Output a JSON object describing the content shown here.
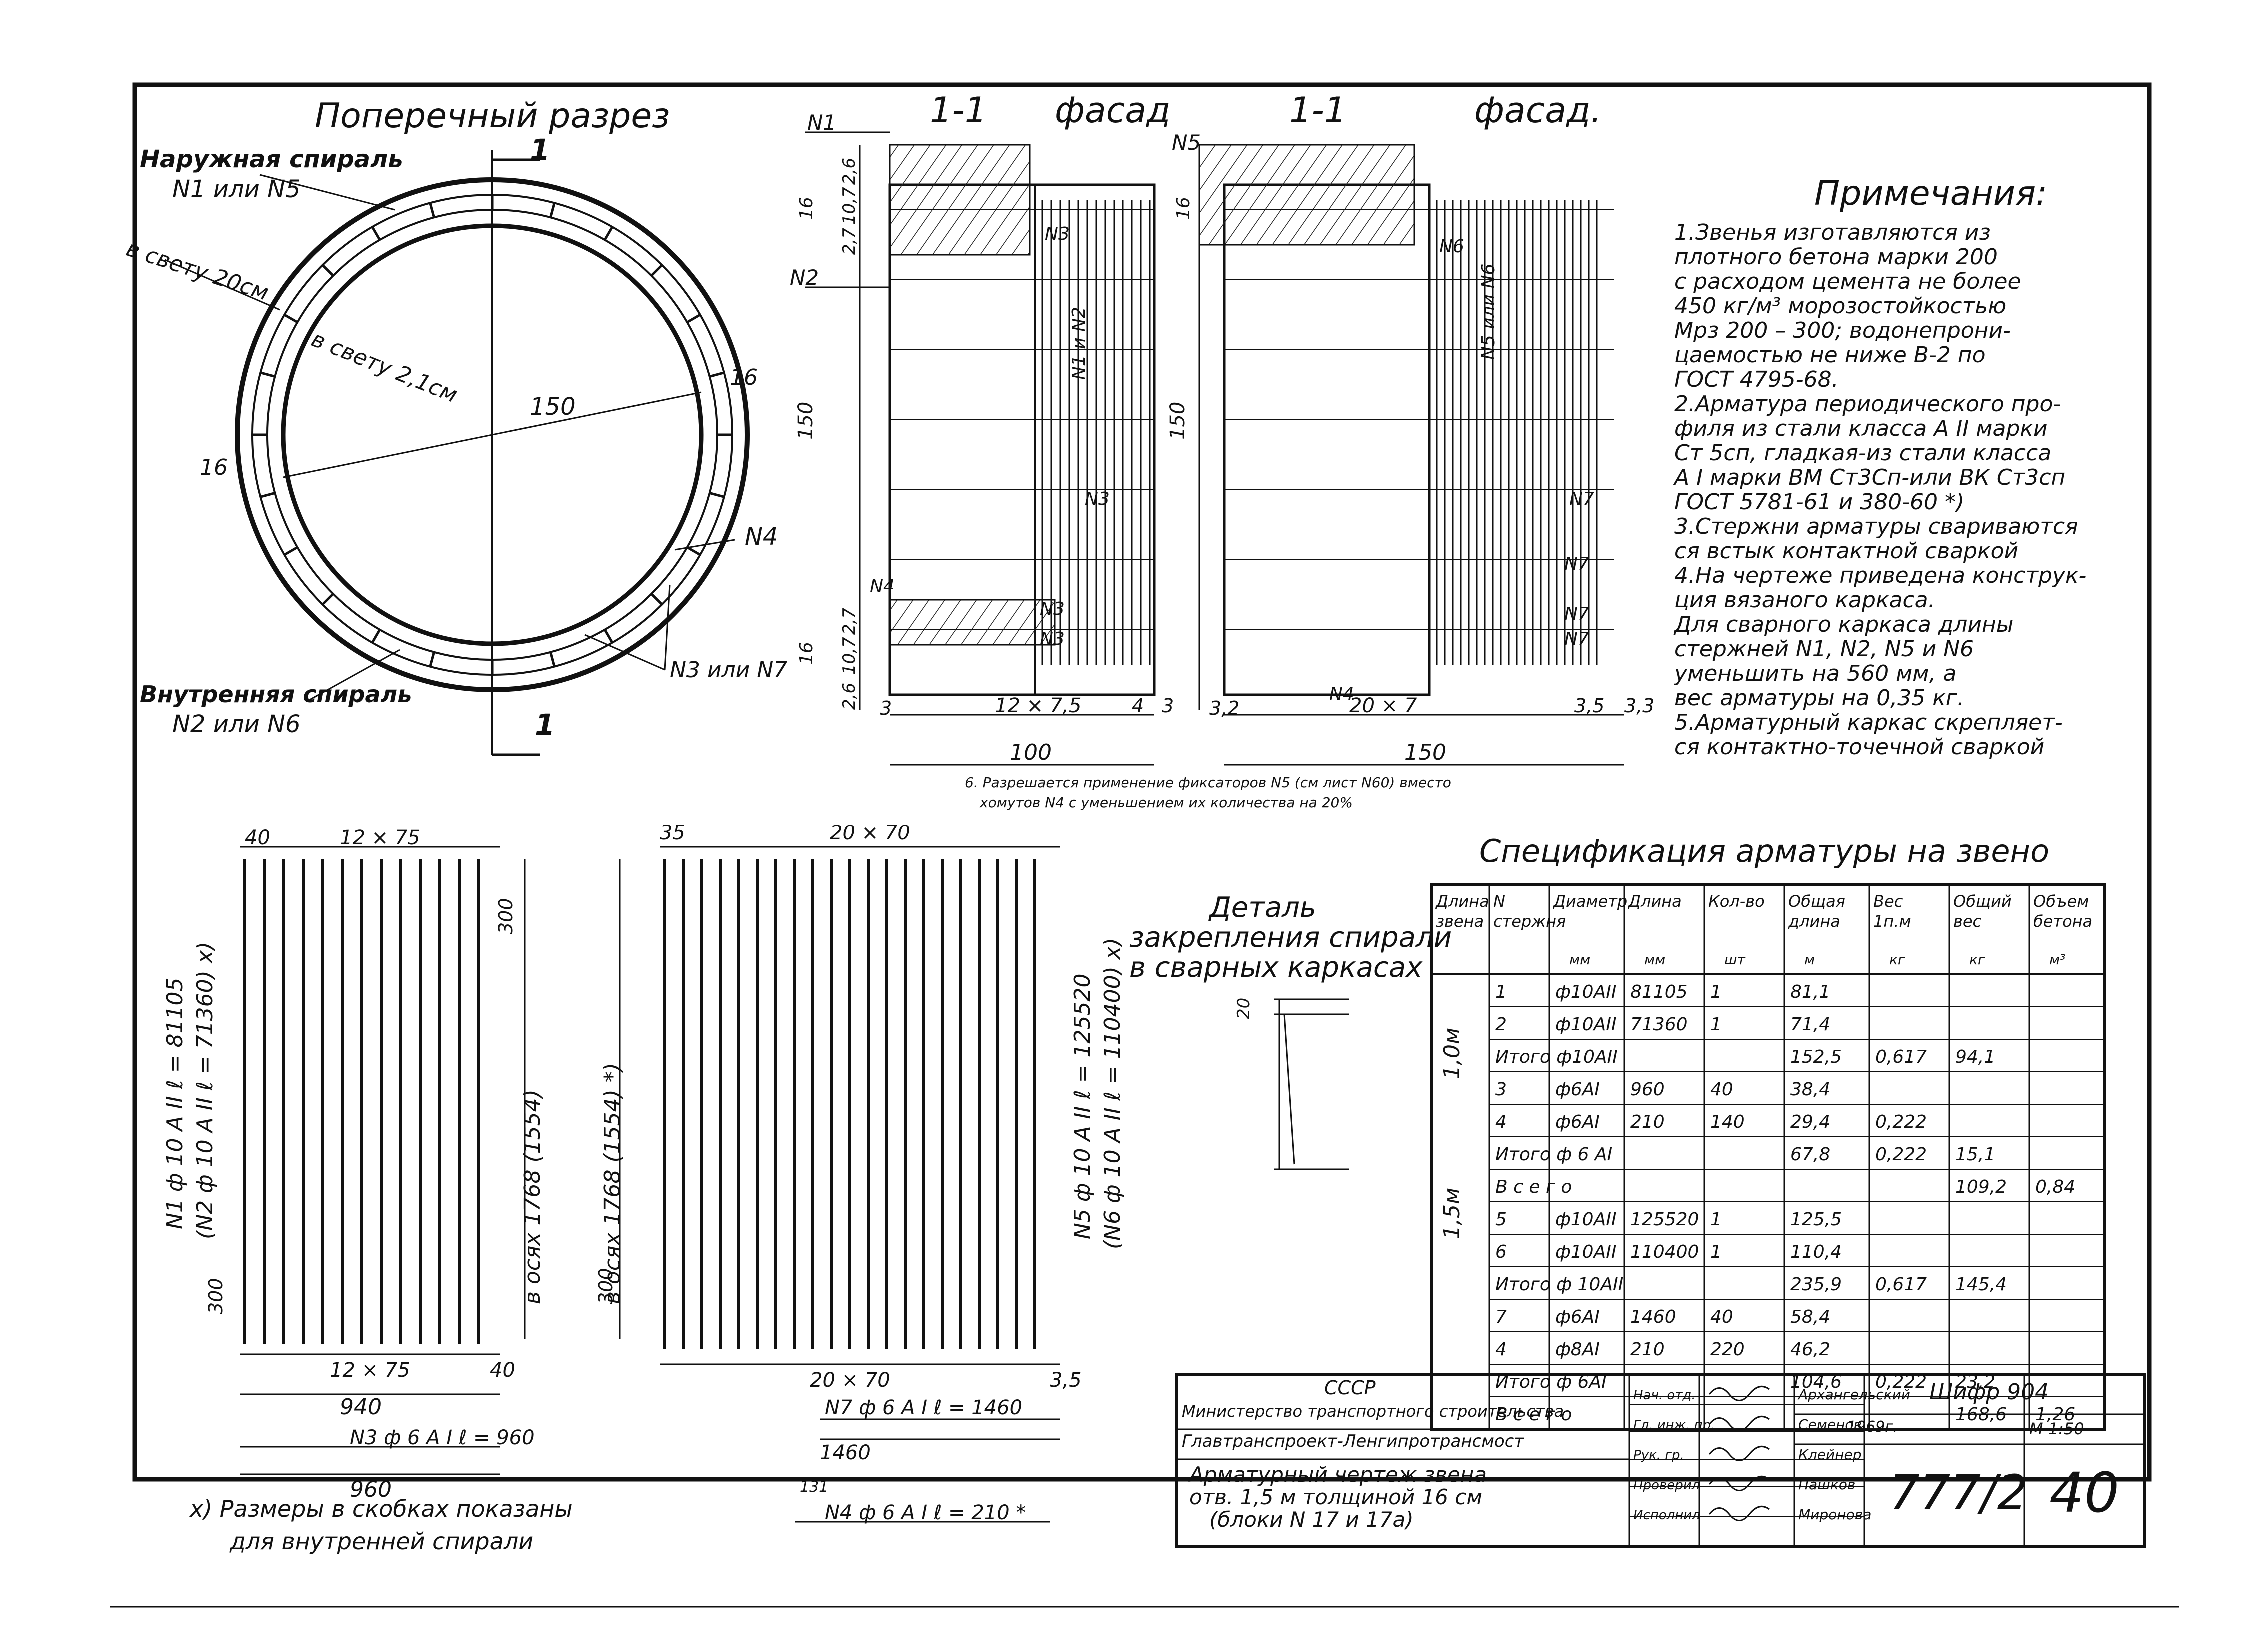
{
  "headings": {
    "cross_section": "Поперечный разрез",
    "facade_1": "1-1",
    "facade_1_word": "фасад",
    "facade_2": "1-1",
    "facade_2_word": "фасад."
  },
  "cross_section": {
    "outer_spiral": "Наружная спираль",
    "outer_spiral_sub": "N1 или N5",
    "clear_20": "в свету 20см",
    "clear_21": "в свету 2,1см",
    "dim_150": "150",
    "dim_16_left": "16",
    "dim_16_right": "16",
    "n4": "N4",
    "n3_or_n7": "N3 или N7",
    "inner_spiral": "Внутренняя спираль",
    "inner_spiral_sub": "N2 или N6",
    "cut_top": "1",
    "cut_bottom": "1"
  },
  "facade1": {
    "n1": "N1",
    "n2": "N2",
    "n3a": "N3",
    "n3b": "N3",
    "n3c": "N3",
    "n3d": "N3",
    "n4": "N4",
    "n1n2": "N1 и N2",
    "d26": "2,6",
    "d107": "10,7",
    "d27": "2,7",
    "d16": "16",
    "d150": "150",
    "d16b": "16",
    "d27b": "2,7",
    "d107b": "10,7",
    "d26b": "2,6",
    "bottom_3l": "3",
    "bottom_mid": "12 × 7,5",
    "bottom_4": "4",
    "bottom_3r": "3",
    "total": "100"
  },
  "facade2": {
    "n5": "N5",
    "n6": "N6",
    "n5n6": "N5 или N6",
    "n7a": "N7",
    "n7b": "N7",
    "n7c": "N7",
    "n7d": "N7",
    "n4": "N4",
    "d16": "16",
    "d150": "150",
    "bottom_32": "3,2",
    "bottom_mid": "20 × 7",
    "bottom_35": "3,5",
    "bottom_33": "3,3",
    "total": "150"
  },
  "note6": {
    "line1": "6. Разрешается применение фиксаторов N5 (см лист N60) вместо",
    "line2": "хомутов N4 с уменьшением их количества на 20%"
  },
  "notes": {
    "title": "Примечания:",
    "lines": [
      "1.Звенья изготавляются из",
      "плотного бетона марки 200",
      "с расходом цемента не более",
      "450 кг/м³ морозостойкостью",
      "Мрз 200 – 300; водонепрони-",
      "цаемостью не ниже В-2 по",
      "ГОСТ 4795-68.",
      "2.Арматура периодического про-",
      "филя из стали класса А II марки",
      "Ст 5сп, гладкая-из стали класса",
      "А I марки ВМ Ст3Сп-или ВК Ст3сп",
      "ГОСТ 5781-61 и 380-60 *)",
      "3.Стержни арматуры свариваются",
      "ся встык контактной сваркой",
      "4.На чертеже приведена конструк-",
      "ция вязаного каркаса.",
      "Для сварного каркаса длины",
      "стержней N1, N2, N5 и N6",
      "уменьшить на 560 мм, а",
      "вес арматуры на 0,35 кг.",
      "5.Арматурный каркас скрепляет-",
      "ся контактно-точечной сваркой"
    ]
  },
  "cage1": {
    "top_40": "40",
    "top_mid": "12 × 75",
    "side_300_top": "300",
    "side_300_bot": "300",
    "label_n1": "N1 ф 10 А II   ℓ = 81105",
    "label_n2": "(N2 ф 10 А II   ℓ = 71360) х)",
    "axis": "в осях 1768 (1554)",
    "bottom_mid": "12 × 75",
    "bottom_40": "40",
    "total_940": "940",
    "n3": "N3 ф 6 А I  ℓ = 960",
    "total_960": "960"
  },
  "cage2": {
    "top_35": "35",
    "top_mid": "20 × 70",
    "side_300": "300",
    "label_n5": "N5 ф 10 А II   ℓ = 125520",
    "label_n6": "(N6 ф 10 А II   ℓ = 110400) х)",
    "axis": "в осях 1768 (1554) *)",
    "bottom_mid": "20 × 70",
    "bottom_35": "3,5",
    "n7": "N7 ф 6 А I  ℓ = 1460",
    "total_1460": "1460",
    "n4_dim": "131",
    "n4": "N4 ф 6 А I  ℓ = 210 *"
  },
  "footnote": {
    "line1": "х) Размеры в скобках показаны",
    "line2": "для внутренней спирали"
  },
  "detail": {
    "line1": "Деталь",
    "line2": "закрепления спирали",
    "line3": "в сварных каркасах",
    "dim": "20"
  },
  "spec": {
    "title": "Спецификация арматуры на звено",
    "headers": [
      "Длина звена",
      "N стержня",
      "Диаметр",
      "Длина",
      "Кол-во",
      "Общая длина",
      "Вес 1п.м",
      "Общий вес",
      "Объем бетона"
    ],
    "units": [
      "",
      "",
      "мм",
      "мм",
      "шт",
      "м",
      "кг",
      "кг",
      "м³"
    ],
    "group1": "1,0м",
    "group2": "1,5м",
    "rows": [
      [
        "1",
        "ф10АII",
        "81105",
        "1",
        "81,1",
        "",
        "",
        ""
      ],
      [
        "2",
        "ф10АII",
        "71360",
        "1",
        "71,4",
        "",
        "",
        ""
      ],
      [
        "Итого ф10АII",
        "",
        "",
        "",
        "152,5",
        "0,617",
        "94,1",
        ""
      ],
      [
        "3",
        "ф6АI",
        "960",
        "40",
        "38,4",
        "",
        "",
        ""
      ],
      [
        "4",
        "ф6АI",
        "210",
        "140",
        "29,4",
        "0,222",
        "",
        ""
      ],
      [
        "Итого ф 6 АI",
        "",
        "",
        "",
        "67,8",
        "0,222",
        "15,1",
        ""
      ],
      [
        "В с е г о",
        "",
        "",
        "",
        "",
        "",
        "109,2",
        "0,84"
      ],
      [
        "5",
        "ф10АII",
        "125520",
        "1",
        "125,5",
        "",
        "",
        ""
      ],
      [
        "6",
        "ф10АII",
        "110400",
        "1",
        "110,4",
        "",
        "",
        ""
      ],
      [
        "Итого ф 10АII",
        "",
        "",
        "",
        "235,9",
        "0,617",
        "145,4",
        ""
      ],
      [
        "7",
        "ф6АI",
        "1460",
        "40",
        "58,4",
        "",
        "",
        ""
      ],
      [
        "4",
        "ф8АI",
        "210",
        "220",
        "46,2",
        "",
        "",
        ""
      ],
      [
        "Итого ф 6АI",
        "",
        "",
        "",
        "104,6",
        "0,222",
        "23,2",
        ""
      ],
      [
        "В с е г о",
        "",
        "",
        "",
        "",
        "",
        "168,6",
        "1,26"
      ]
    ]
  },
  "stamp": {
    "org1": "СССР",
    "org2": "Министерство транспортного строительства",
    "org3": "Главтранспроект-Ленгипротрансмост",
    "title1": "Арматурный чертеж звена",
    "title2": "отв. 1,5 м толщиной 16 см",
    "title3": "(блоки N 17 и 17а)",
    "roles": [
      "Нач. отд.",
      "Гл. инж. пр.",
      "Рук. гр.",
      "Проверил",
      "Исполнил"
    ],
    "names": [
      "Архангельский",
      "Семенов",
      "Клейнер",
      "Пашков",
      "Миронова"
    ],
    "cipher_label": "Шифр 904",
    "year": "1969г.",
    "scale": "М 1:50",
    "sheet_code": "777/2",
    "sheet_no": "40"
  }
}
